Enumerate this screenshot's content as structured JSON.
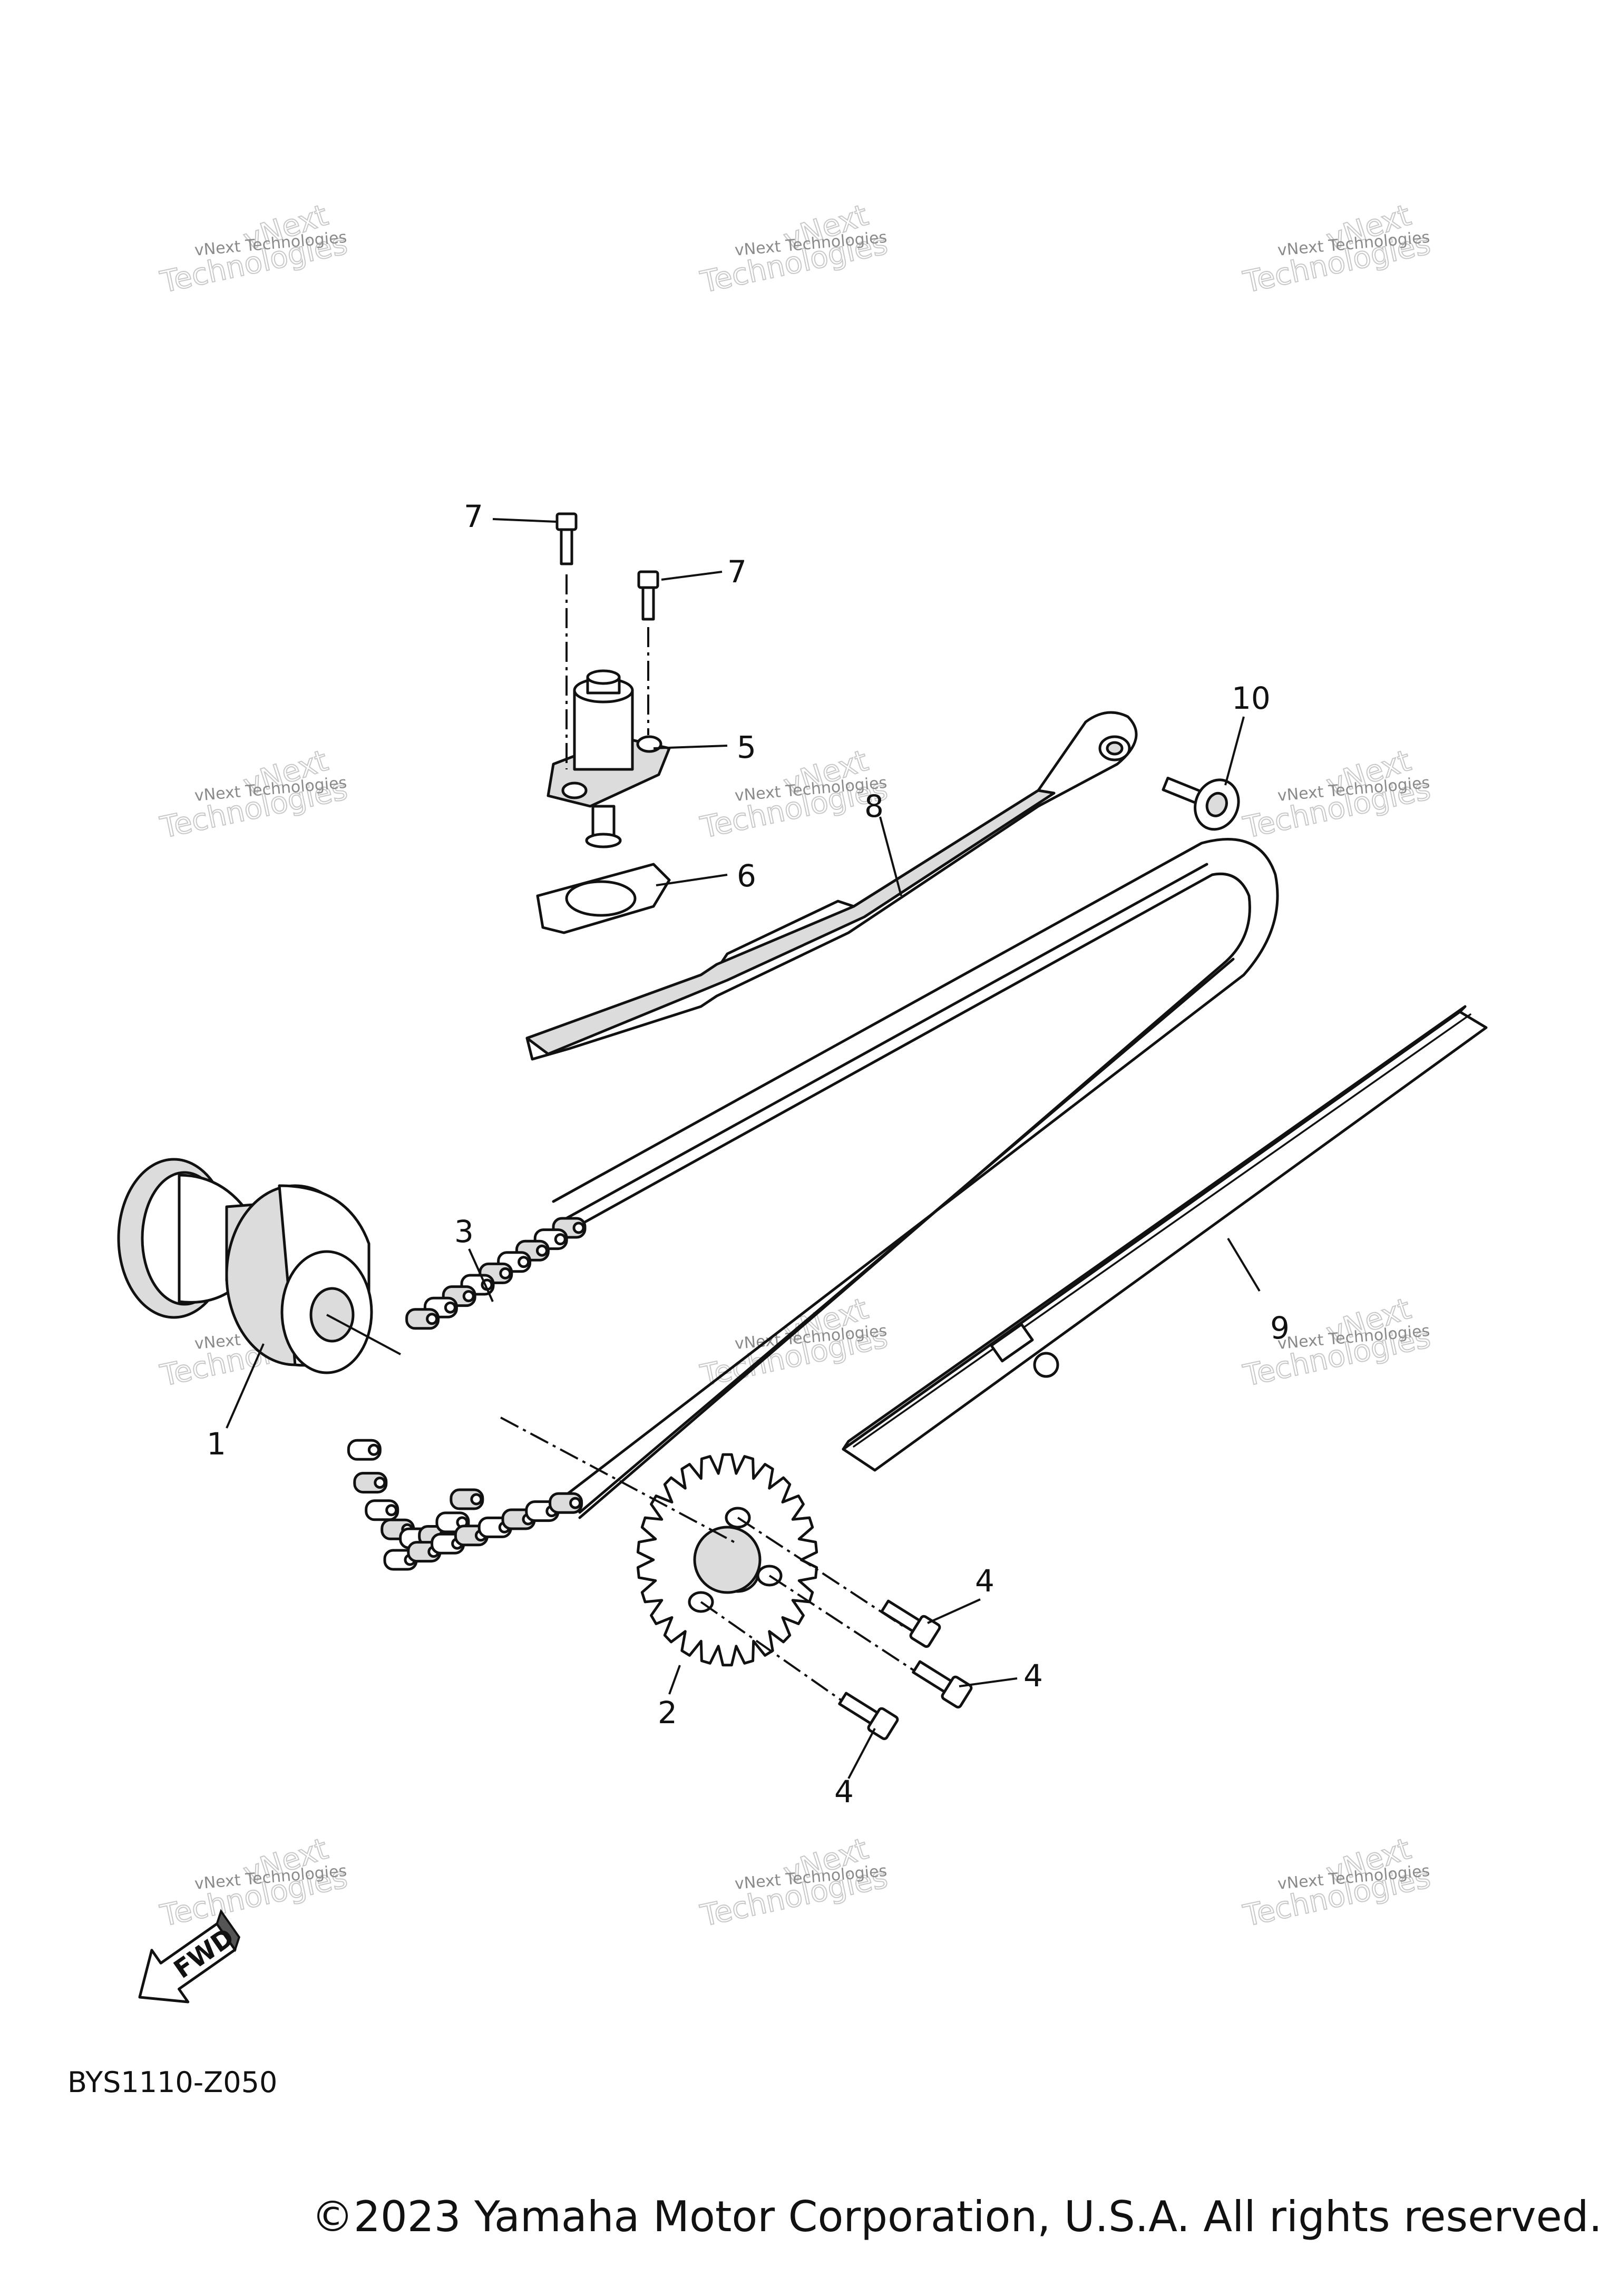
{
  "diagram": {
    "callouts": {
      "p1": "1",
      "p2": "2",
      "p3": "3",
      "p4a": "4",
      "p4b": "4",
      "p4c": "4",
      "p5": "5",
      "p6": "6",
      "p7a": "7",
      "p7b": "7",
      "p8": "8",
      "p9": "9",
      "p10": "10"
    },
    "fwd_label": "FWD",
    "drawing_code": "BYS1110-Z050"
  },
  "watermark": {
    "line1": "vNext Technologies",
    "line2": "vNext",
    "line3": "Technologies"
  },
  "footer": {
    "copyright": "©2023 Yamaha Motor Corporation, U.S.A. All rights reserved."
  }
}
